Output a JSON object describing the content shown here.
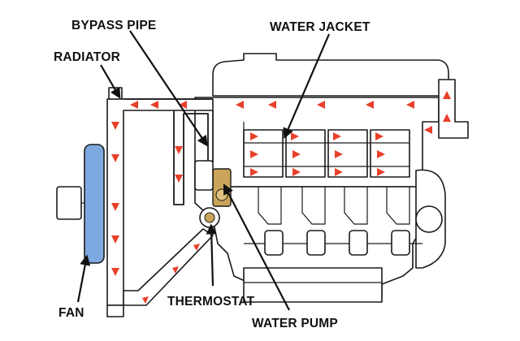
{
  "labels": {
    "bypass_pipe": "BYPASS PIPE",
    "water_jacket": "WATER JACKET",
    "radiator": "RADIATOR",
    "fan": "FAN",
    "thermostat": "THERMOSTAT",
    "water_pump": "WATER PUMP"
  },
  "colors": {
    "coolant_flow": "#e8402a",
    "fan_blade": "#7ea9e0",
    "thermostat_housing": "#c9a45a",
    "outline": "#1a1a1a"
  },
  "icons": {
    "flow": "red-arrow",
    "fan": "fan-blade",
    "thermostat": "thermostat-valve",
    "pump": "water-pump-impeller"
  }
}
